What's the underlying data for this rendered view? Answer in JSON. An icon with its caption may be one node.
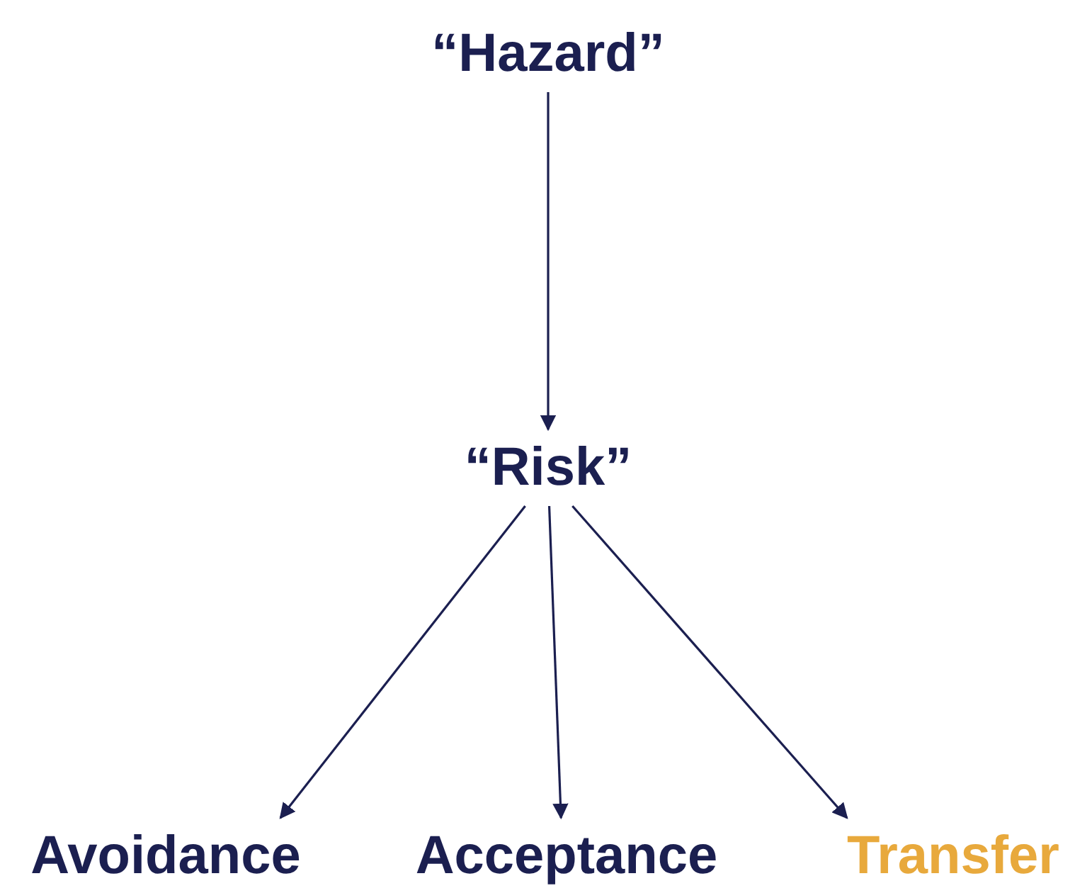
{
  "diagram": {
    "nodes": [
      {
        "text": [
          "“Hazard”"
        ]
      },
      {
        "text": [
          "“Risk”"
        ]
      },
      {
        "text": [
          "Avoidance"
        ]
      },
      {
        "text": [
          "Acceptance"
        ]
      },
      {
        "text": [
          "Transfer"
        ]
      }
    ],
    "edges": [
      {
        "from": 0,
        "to": 1,
        "arrow": "to"
      },
      {
        "from": 1,
        "to": 2,
        "arrow": "to"
      },
      {
        "from": 1,
        "to": 3,
        "arrow": "to"
      },
      {
        "from": 1,
        "to": 4,
        "arrow": "to"
      }
    ]
  }
}
